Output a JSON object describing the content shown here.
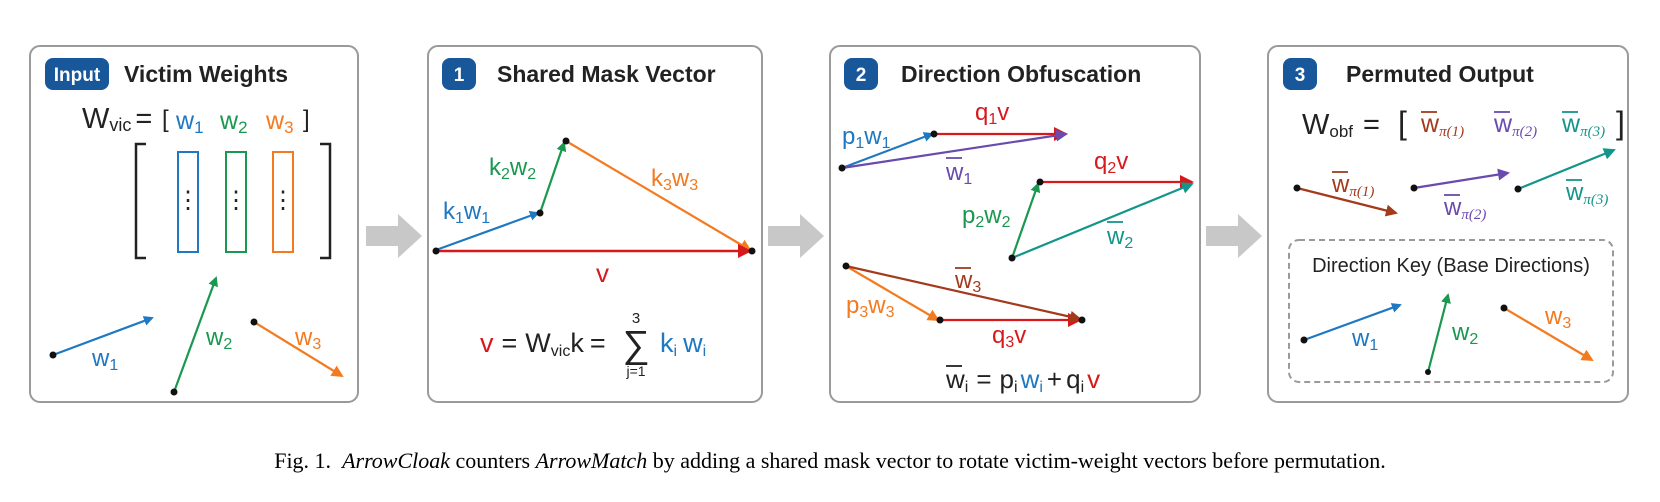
{
  "colors": {
    "blue": "#1f78c1",
    "green": "#1a9850",
    "orange": "#f47a20",
    "red": "#d7191c",
    "purple": "#6a4aad",
    "teal": "#13958a",
    "brown": "#a33a1c",
    "badge": "#17579a",
    "panel_border": "#9a9a9a",
    "arrow_gray": "#c8c8c8"
  },
  "panels": [
    {
      "badge": "Input",
      "title": "Victim Weights"
    },
    {
      "badge": "1",
      "title": "Shared Mask Vector"
    },
    {
      "badge": "2",
      "title": "Direction Obfuscation"
    },
    {
      "badge": "3",
      "title": "Permuted Output"
    }
  ],
  "panel0": {
    "lhs_W": "W",
    "lhs_sub": "vic",
    "eq": "=",
    "bracket_open": "[",
    "bracket_close": "]",
    "w1": "w",
    "w1_sub": "1",
    "w2": "w",
    "w2_sub": "2",
    "w3": "w",
    "w3_sub": "3",
    "dots": "⋮",
    "arrow_labels": [
      {
        "base": "w",
        "sub": "1"
      },
      {
        "base": "w",
        "sub": "2"
      },
      {
        "base": "w",
        "sub": "3"
      }
    ]
  },
  "panel1": {
    "k1w1": {
      "k": "k",
      "ks": "1",
      "w": "w",
      "ws": "1"
    },
    "k2w2": {
      "k": "k",
      "ks": "2",
      "w": "w",
      "ws": "2"
    },
    "k3w3": {
      "k": "k",
      "ks": "3",
      "w": "w",
      "ws": "3"
    },
    "v_label": "v",
    "formula": {
      "v": "v",
      "eq": "=",
      "W": "W",
      "W_sub": "vic",
      "k": "k",
      "eq2": "=",
      "sigma": "∑",
      "upper": "3",
      "lower": "j=1",
      "ki": "k",
      "ki_sub": "i",
      "wi": "w",
      "wi_sub": "i"
    }
  },
  "panel2": {
    "p1w1": {
      "p": "p",
      "ps": "1",
      "w": "w",
      "ws": "1"
    },
    "q1v": {
      "q": "q",
      "qs": "1",
      "v": "v"
    },
    "wbar1": {
      "w": "w",
      "ws": "1"
    },
    "p2w2": {
      "p": "p",
      "ps": "2",
      "w": "w",
      "ws": "2"
    },
    "q2v": {
      "q": "q",
      "qs": "2",
      "v": "v"
    },
    "wbar2": {
      "w": "w",
      "ws": "2"
    },
    "p3w3": {
      "p": "p",
      "ps": "3",
      "w": "w",
      "ws": "3"
    },
    "q3v": {
      "q": "q",
      "qs": "3",
      "v": "v"
    },
    "wbar3": {
      "w": "w",
      "ws": "3"
    },
    "formula": {
      "wbar": "w",
      "wbar_sub": "i",
      "eq": "=",
      "p": "p",
      "p_sub": "i",
      "w": "w",
      "w_sub": "i",
      "plus": "+",
      "q": "q",
      "q_sub": "i",
      "v": "v"
    }
  },
  "panel3": {
    "lhs_W": "W",
    "lhs_sub": "obf",
    "eq": "=",
    "bracket_open": "[",
    "bracket_close": "]",
    "items": [
      {
        "w": "w",
        "sub": "π(1)"
      },
      {
        "w": "w",
        "sub": "π(2)"
      },
      {
        "w": "w",
        "sub": "π(3)"
      }
    ],
    "key_title": "Direction Key (Base Directions)",
    "key_labels": [
      {
        "base": "w",
        "sub": "1"
      },
      {
        "base": "w",
        "sub": "2"
      },
      {
        "base": "w",
        "sub": "3"
      }
    ]
  },
  "caption": {
    "prefix": "Fig. 1.",
    "italic1": "ArrowCloak",
    "mid1": " counters ",
    "italic2": "ArrowMatch",
    "rest": " by adding a shared mask vector to rotate victim-weight vectors before permutation."
  }
}
